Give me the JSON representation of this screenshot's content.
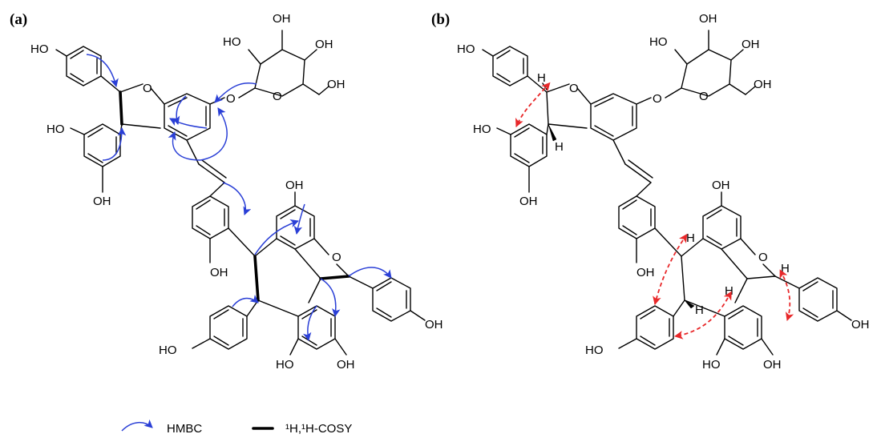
{
  "panels": [
    {
      "label": "(a)"
    },
    {
      "label": "(b)"
    }
  ],
  "atom_labels": {
    "hydroxyl": "OH",
    "hydroxyl_left": "HO",
    "oxygen": "O",
    "hydrogen": "H"
  },
  "legend": {
    "hmbc_label": "HMBC",
    "cosy_prefix": "¹H,¹H-COSY",
    "hmbc_color": "#2a3fd6",
    "cosy_color": "#000000"
  },
  "colors": {
    "hmbc": "#2a3fd6",
    "noesy": "#e8282a",
    "bond": "#000000"
  }
}
